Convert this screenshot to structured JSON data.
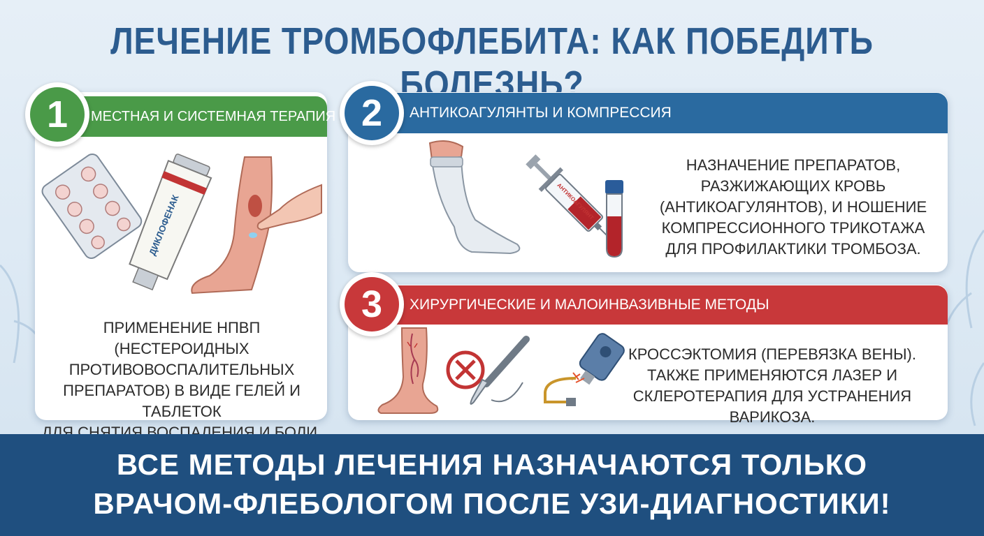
{
  "title": "ЛЕЧЕНИЕ ТРОМБОФЛЕБИТА: КАК ПОБЕДИТЬ БОЛЕЗНЬ?",
  "colors": {
    "title": "#2c5c8f",
    "section1": "#4a9a48",
    "section2": "#2a6aa0",
    "section3": "#c8383a",
    "footer": "#1f4f7f"
  },
  "sections": [
    {
      "number": "1",
      "heading": "МЕСТНАЯ И СИСТЕМНАЯ ТЕРАПИЯ",
      "tube_label": "ДИКЛОФЕНАК",
      "icons": [
        "pill-blister-icon",
        "ointment-tube-icon",
        "leg-application-icon"
      ],
      "text_lines": [
        "ПРИМЕНЕНИЕ НПВП (НЕСТЕРОИДНЫХ",
        "ПРОТИВОВОСПАЛИТЕЛЬНЫХ",
        "ПРЕПАРАТОВ) В ВИДЕ ГЕЛЕЙ И ТАБЛЕТОК",
        "ДЛЯ СНЯТИЯ ВОСПАЛЕНИЯ И БОЛИ."
      ]
    },
    {
      "number": "2",
      "heading": "АНТИКОАГУЛЯНТЫ И КОМПРЕССИЯ",
      "syringe_label": "АНТИКОАГУЛЯНТ",
      "icons": [
        "compression-stocking-icon",
        "syringe-icon",
        "blood-tube-icon"
      ],
      "text_lines": [
        "НАЗНАЧЕНИЕ ПРЕПАРАТОВ,",
        "РАЗЖИЖАЮЩИХ КРОВЬ",
        "(АНТИКОАГУЛЯНТОВ), И НОШЕНИЕ",
        "КОМПРЕССИОННОГО ТРИКОТАЖА",
        "ДЛЯ ПРОФИЛАКТИКИ ТРОМБОЗА."
      ]
    },
    {
      "number": "3",
      "heading": "ХИРУРГИЧЕСКИЕ И МАЛОИНВАЗИВНЫЕ МЕТОДЫ",
      "icons": [
        "leg-veins-icon",
        "no-symbol-icon",
        "scalpel-icon",
        "laser-device-icon"
      ],
      "text_lines": [
        "КРОССЭКТОМИЯ (ПЕРЕВЯЗКА ВЕНЫ).",
        "ТАКЖЕ ПРИМЕНЯЮТСЯ ЛАЗЕР И",
        "СКЛЕРОТЕРАПИЯ  ДЛЯ УСТРАНЕНИЯ ВАРИКОЗА."
      ]
    }
  ],
  "footer": {
    "line1": "ВСЕ МЕТОДЫ ЛЕЧЕНИЯ НАЗНАЧАЮТСЯ ТОЛЬКО",
    "line2": "ВРАЧОМ-ФЛЕБОЛОГОМ ПОСЛЕ УЗИ-ДИАГНОСТИКИ!"
  }
}
